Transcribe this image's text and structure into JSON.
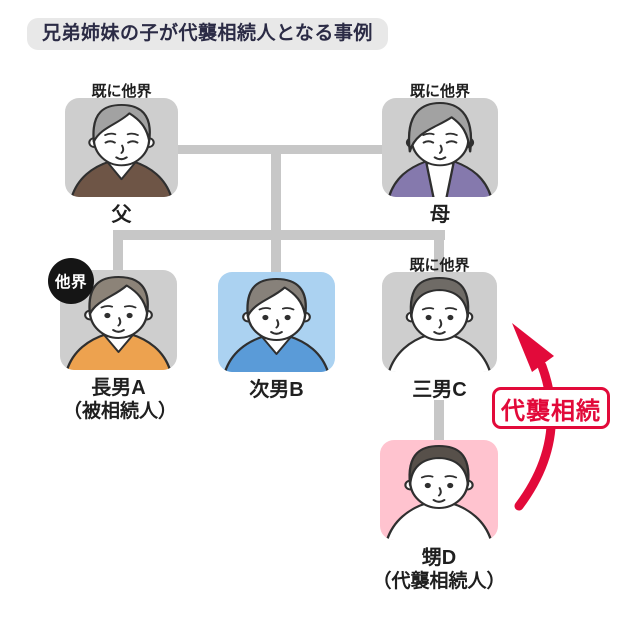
{
  "title": "兄弟姉妹の子が代襲相続人となる事例",
  "colors": {
    "background": "#ffffff",
    "title_bg": "#e8e8e8",
    "title_text": "#2b2b45",
    "box_gray": "#cecece",
    "box_blue": "#abd2f1",
    "box_pink": "#ffc3cf",
    "line": "#c7c7c7",
    "red": "#e20a3a",
    "text": "#1f1f1f",
    "badge_bg": "#151515",
    "badge_text": "#ffffff"
  },
  "arrow_label": "代襲相続",
  "persons": {
    "father": {
      "name": "父",
      "status": "既に他界",
      "hair": "#a2a2a2",
      "hair_style": "side",
      "top_color": "#6e5546",
      "top_style": "vneck",
      "eyes": "closed"
    },
    "mother": {
      "name": "母",
      "status": "既に他界",
      "hair": "#a2a2a2",
      "hair_style": "bob",
      "top_color": "#8579ad",
      "top_style": "cardigan",
      "eyes": "closed"
    },
    "son_a": {
      "name": "長男A",
      "name2": "（被相続人）",
      "badge": "他界",
      "hair": "#8c8378",
      "hair_style": "side",
      "top_color": "#eda24f",
      "top_style": "vneck",
      "eyes": "dot"
    },
    "son_b": {
      "name": "次男B",
      "hair": "#87817a",
      "hair_style": "side",
      "top_color": "#5a9bd8",
      "top_style": "vneck",
      "eyes": "dot"
    },
    "son_c": {
      "name": "三男C",
      "status": "既に他界",
      "hair": "#6f6b66",
      "hair_style": "short",
      "top_color": "#ffffff",
      "top_style": "tshirt",
      "eyes": "dot"
    },
    "nephew_d": {
      "name": "甥D",
      "name2": "（代襲相続人）",
      "hair": "#57504a",
      "hair_style": "short",
      "top_color": "#ffffff",
      "top_style": "tshirt",
      "eyes": "dot"
    }
  }
}
